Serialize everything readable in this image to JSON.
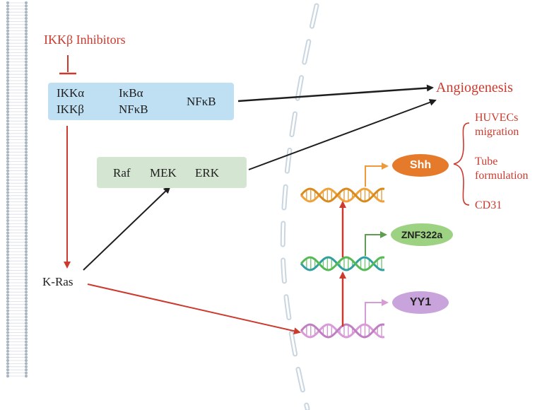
{
  "inhibitor_label": "IKKβ Inhibitors",
  "ikk_complex": {
    "ikka": "IKKα",
    "ikkb": "IKKβ",
    "ikba": "IκBα",
    "nfkb_bound": "NFκB",
    "nfkb_free": "NFκB"
  },
  "mapk_pathway": {
    "raf": "Raf",
    "mek": "MEK",
    "erk": "ERK"
  },
  "kras_label": "K-Ras",
  "outcome_label": "Angiogenesis",
  "outcome_effects": [
    "HUVECs",
    "migration",
    "Tube",
    "formulation",
    "CD31"
  ],
  "targets": [
    {
      "name": "Shh",
      "color": "#e57b2a"
    },
    {
      "name": "ZNF322a",
      "color": "#9ed283"
    },
    {
      "name": "YY1",
      "color": "#c9a4dc"
    }
  ],
  "colors": {
    "activation_black": "#1e1e1e",
    "activation_red": "#cc3a2e",
    "ikk_box": "#bfdff3",
    "mapk_box": "#d4e6d1",
    "membrane": "#a9b6c3",
    "nuclear_envelope": "#c9d6e0",
    "dna_orange": "#f2a33a",
    "dna_green": "#3aa86c",
    "dna_pink": "#d79bd6"
  }
}
